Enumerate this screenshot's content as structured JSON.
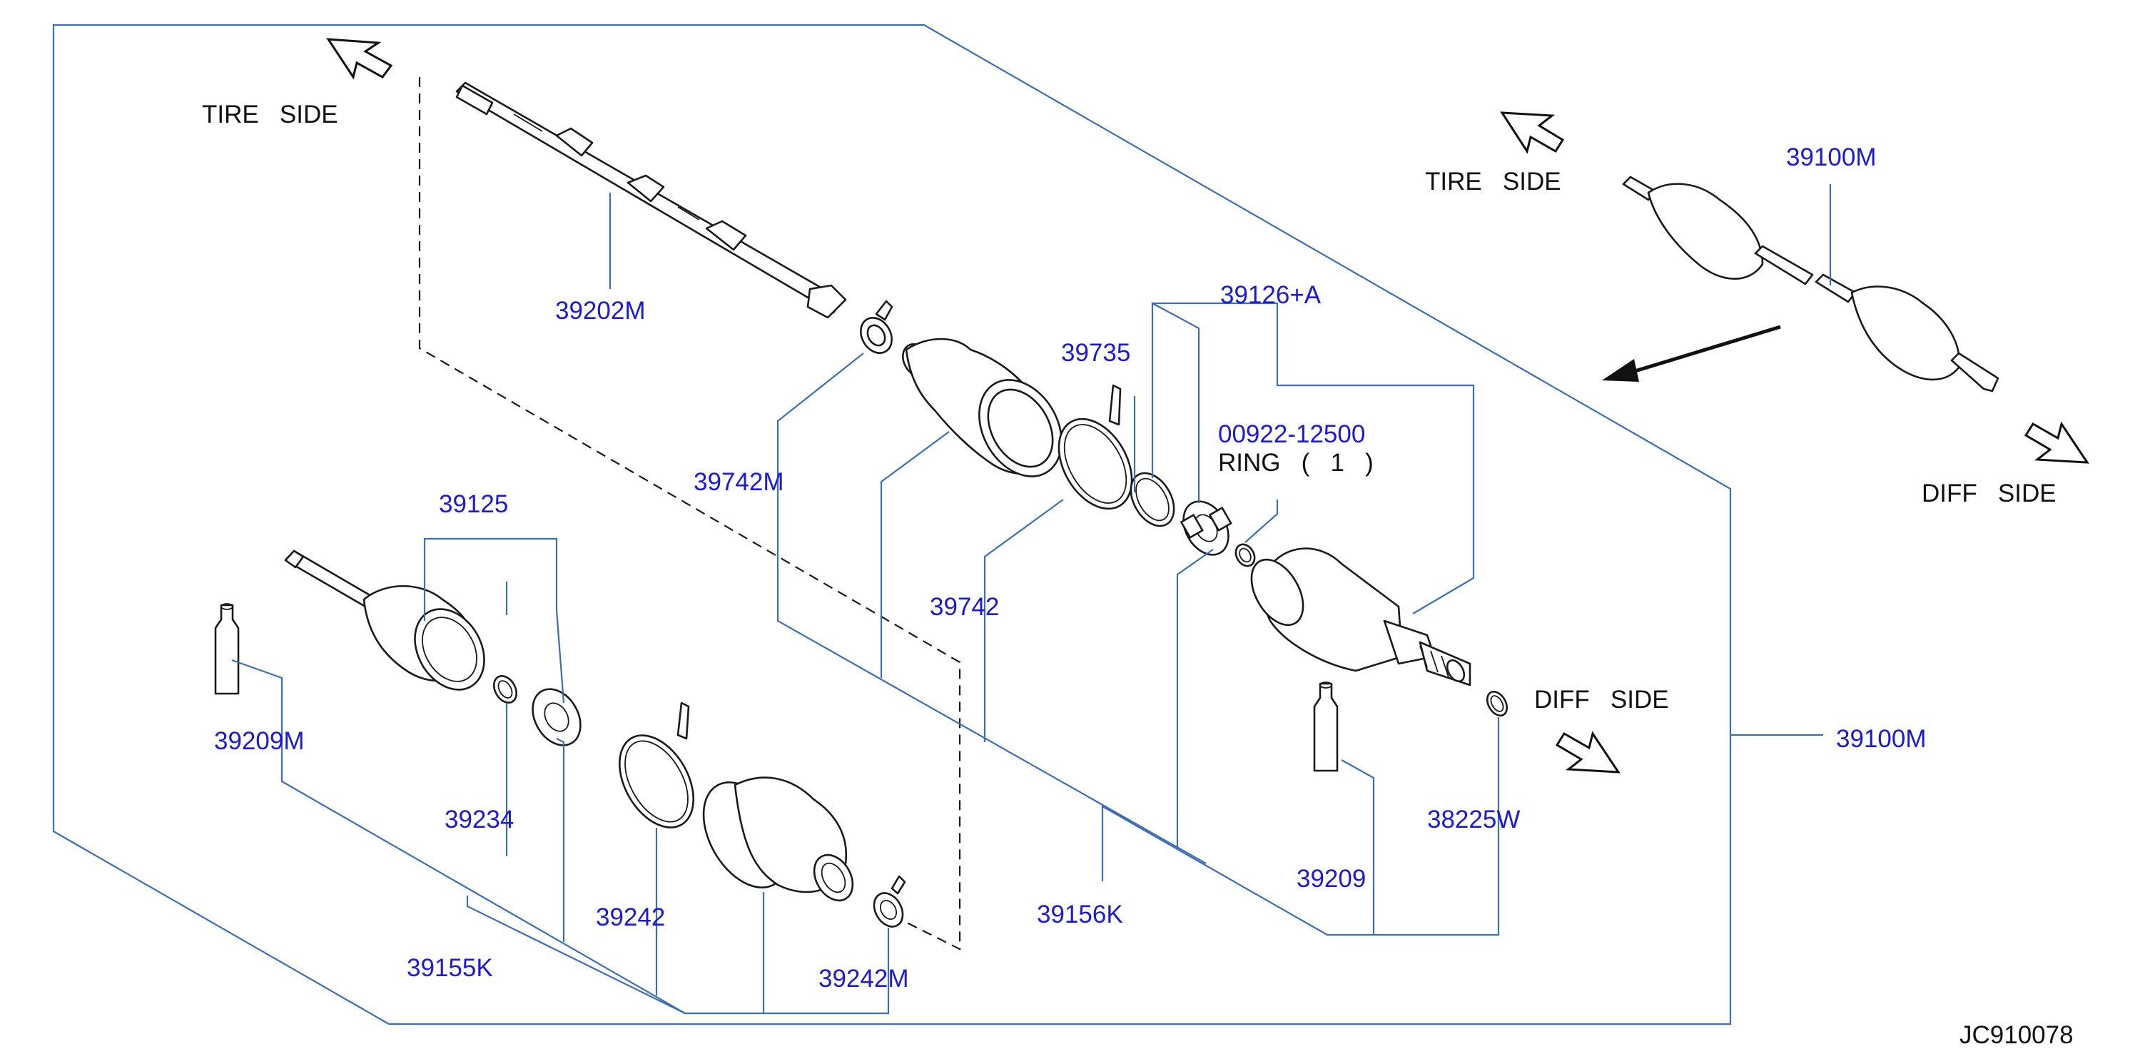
{
  "diagram_code": "JC910078",
  "direction_labels": {
    "tire_side_left": "TIRE   SIDE",
    "tire_side_right": "TIRE   SIDE",
    "diff_side_center": "DIFF   SIDE",
    "diff_side_right": "DIFF   SIDE"
  },
  "parts": {
    "p39202M": "39202M",
    "p39742M_upper": "39742M",
    "p39735": "39735",
    "p39126A": "39126+A",
    "p00922": "00922-12500",
    "ring_note": "RING   (   1   )",
    "p39742": "39742",
    "p39125": "39125",
    "p39209M": "39209M",
    "p39234": "39234",
    "p39155K": "39155K",
    "p39242": "39242",
    "p39242M": "39242M",
    "p39156K": "39156K",
    "p39209": "39209",
    "p38225W": "38225W",
    "p39100M_top": "39100M",
    "p39100M_side": "39100M"
  },
  "colors": {
    "label": "#1a1ad8",
    "leader": "#3d6db5",
    "drawing": "#1a1a1a"
  }
}
